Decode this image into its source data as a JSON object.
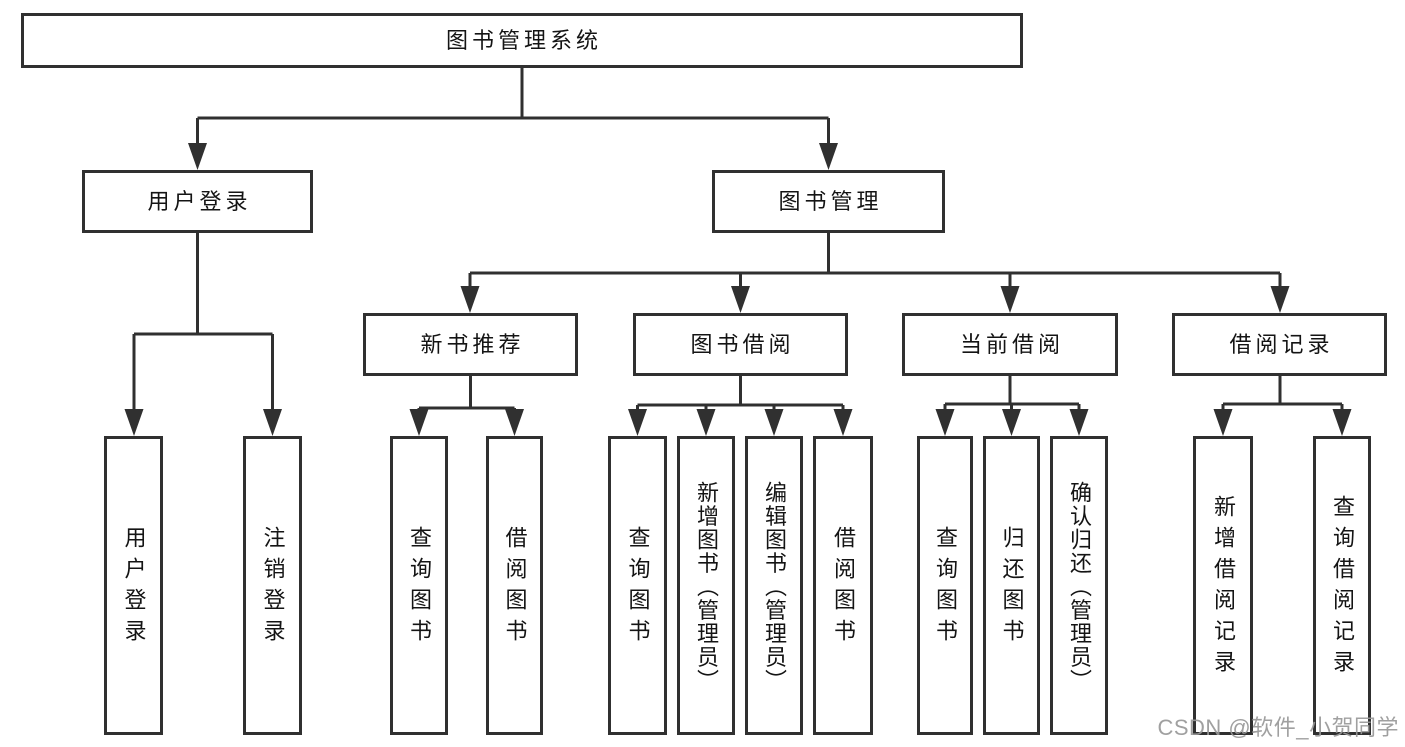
{
  "diagram": {
    "title": "图书管理系统",
    "level2": [
      {
        "label": "用户登录",
        "children": [
          "用户登录",
          "注销登录"
        ]
      },
      {
        "label": "图书管理",
        "children": [
          {
            "label": "新书推荐",
            "children": [
              "查询图书",
              "借阅图书"
            ]
          },
          {
            "label": "图书借阅",
            "children": [
              "查询图书",
              "新增图书（管理员）",
              "编辑图书（管理员）",
              "借阅图书"
            ]
          },
          {
            "label": "当前借阅",
            "children": [
              "查询图书",
              "归还图书",
              "确认归还（管理员）"
            ]
          },
          {
            "label": "借阅记录",
            "children": [
              "新增借阅记录",
              "查询借阅记录"
            ]
          }
        ]
      }
    ]
  },
  "watermark": {
    "text": "CSDN @软件_小贺同学"
  },
  "colors": {
    "line": "#303030",
    "box_border": "#303030",
    "text": "#141414",
    "watermark": "#989898",
    "background": "#ffffff"
  }
}
